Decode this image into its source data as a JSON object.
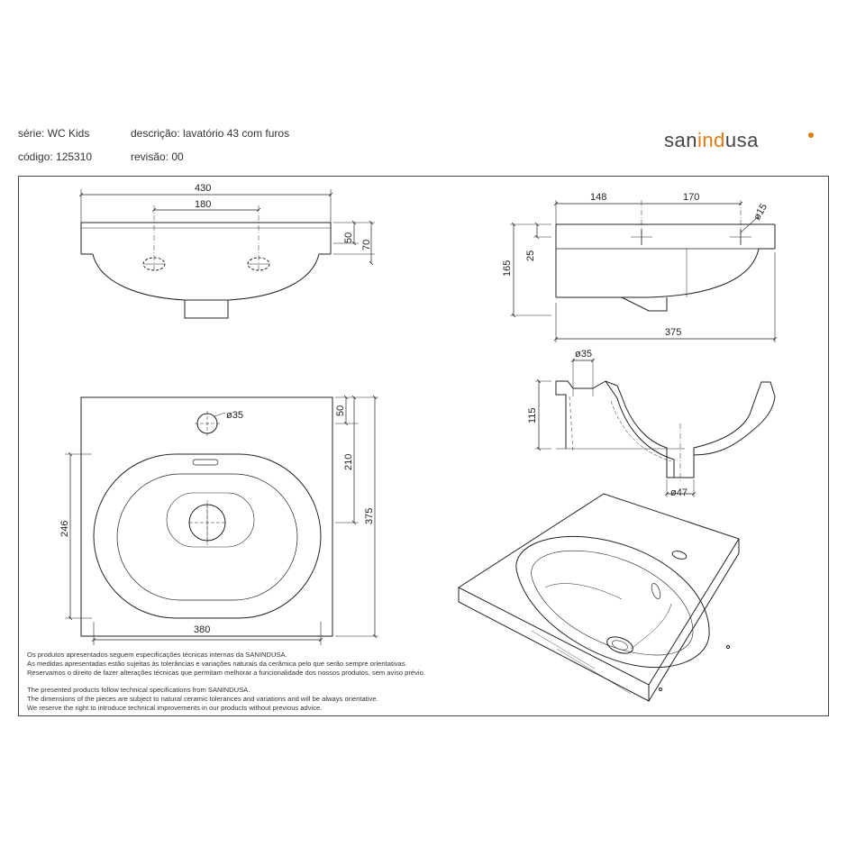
{
  "header": {
    "serie_label": "série: WC Kids",
    "descricao_label": "descrição: lavatório 43 com furos",
    "codigo_label": "código: 125310",
    "revisao_label": "revisão: 00"
  },
  "logo": {
    "part1": "san",
    "part2": "ind",
    "part3": "usa"
  },
  "front_view": {
    "dim_width": "430",
    "dim_holes": "180",
    "dim_50": "50",
    "dim_70": "70"
  },
  "side_view": {
    "dim_148": "148",
    "dim_170": "170",
    "dim_d15": "ø15",
    "dim_25": "25",
    "dim_165": "165",
    "dim_375": "375"
  },
  "section_view": {
    "dim_d35": "ø35",
    "dim_115": "115",
    "dim_d47": "ø47"
  },
  "top_view": {
    "dim_d35": "ø35",
    "dim_50": "50",
    "dim_210": "210",
    "dim_375": "375",
    "dim_246": "246",
    "dim_380": "380"
  },
  "notes": {
    "pt_1": "Os produtos apresentados seguem especificações técnicas internas da SANINDUSA.",
    "pt_2": "As medidas apresentadas estão sujeitas às tolerâncias e variações naturais da cerâmica pelo que serão sempre orientativas.",
    "pt_3": "Reservamos o direito de fazer alterações técnicas que permitam melhorar a funcionalidade dos nossos produtos, sem aviso prévio.",
    "en_1": "The presented products follow technical specifications from SANINDUSA.",
    "en_2": "The dimensions of the pieces are subject to natural ceramic tolerances and variations and will be always orientative.",
    "en_3": "We reserve the right to introduce technical improvements in our products without previous advice."
  }
}
